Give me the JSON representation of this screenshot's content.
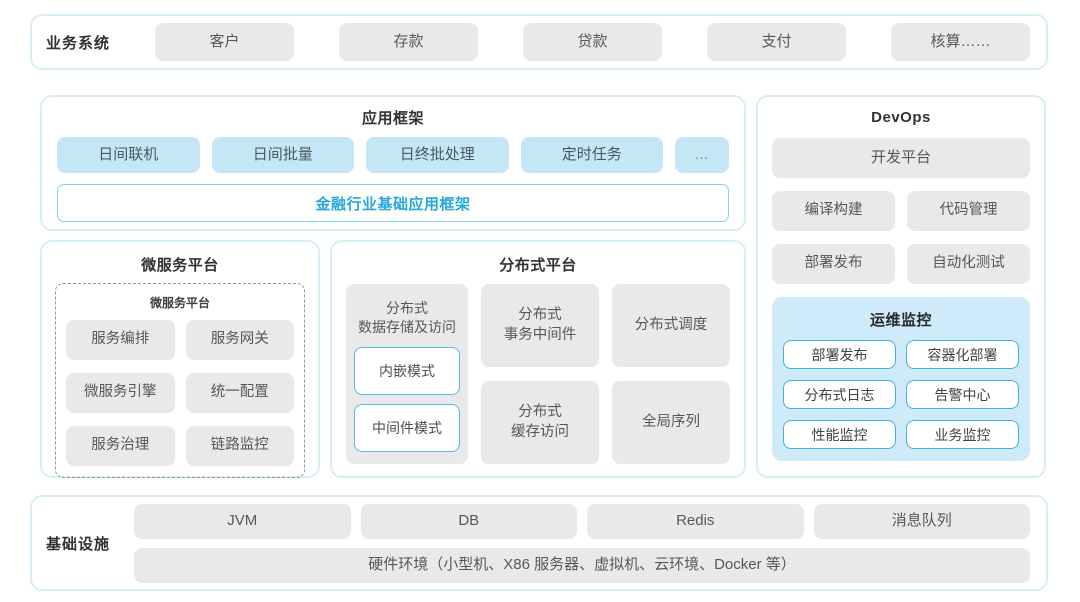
{
  "colors": {
    "section_border": "#d8eef6",
    "gray_chip": "#e9e9ea",
    "blue_chip": "#c5e6f7",
    "accent_blue_text": "#25a8db",
    "ops_monitor_bg": "#cfeaf8",
    "ops_chip_border": "#44b0e2"
  },
  "business_system": {
    "label": "业务系统",
    "items": [
      "客户",
      "存款",
      "贷款",
      "支付",
      "核算……"
    ]
  },
  "app_framework": {
    "title": "应用框架",
    "items": [
      "日间联机",
      "日间批量",
      "日终批处理",
      "定时任务"
    ],
    "more": "...",
    "base": "金融行业基础应用框架"
  },
  "microservice_platform": {
    "title": "微服务平台",
    "inner_title": "微服务平台",
    "items": [
      "服务编排",
      "服务网关",
      "微服务引擎",
      "统一配置",
      "服务治理",
      "链路监控"
    ]
  },
  "distributed_platform": {
    "title": "分布式平台",
    "storage": {
      "title": "分布式\n数据存储及访问",
      "modes": [
        "内嵌模式",
        "中间件模式"
      ]
    },
    "columns": [
      {
        "top": "分布式\n事务中间件",
        "bottom": "分布式\n缓存访问"
      },
      {
        "top": "分布式调度",
        "bottom": "全局序列"
      }
    ]
  },
  "devops": {
    "title": "DevOps",
    "platform": "开发平台",
    "items": [
      "编译构建",
      "代码管理",
      "部署发布",
      "自动化测试"
    ],
    "ops_monitor": {
      "title": "运维监控",
      "items": [
        "部署发布",
        "容器化部署",
        "分布式日志",
        "告警中心",
        "性能监控",
        "业务监控"
      ]
    }
  },
  "infrastructure": {
    "label": "基础设施",
    "items": [
      "JVM",
      "DB",
      "Redis",
      "消息队列"
    ],
    "hardware": "硬件环境（小型机、X86 服务器、虚拟机、云环境、Docker 等）"
  }
}
